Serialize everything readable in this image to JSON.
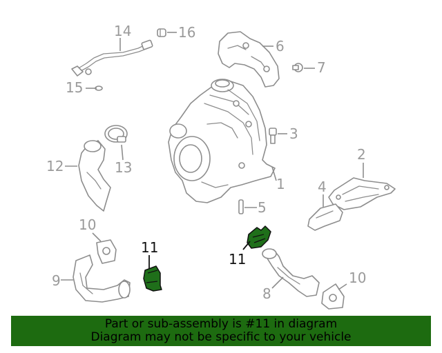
{
  "callouts": {
    "c1": "1",
    "c2": "2",
    "c3": "3",
    "c4": "4",
    "c5": "5",
    "c6": "6",
    "c7": "7",
    "c8": "8",
    "c9": "9",
    "c10a": "10",
    "c10b": "10",
    "c11a": "11",
    "c11b": "11",
    "c12": "12",
    "c13": "13",
    "c14": "14",
    "c15": "15",
    "c16": "16"
  },
  "banner": {
    "line1": "Part or sub-assembly is #11 in diagram",
    "line2": "Diagram may not be specific to your vehicle"
  },
  "colors": {
    "highlight": "#1f6f1a",
    "banner": "#1d6b10",
    "line_art": "#8d8d8d"
  }
}
